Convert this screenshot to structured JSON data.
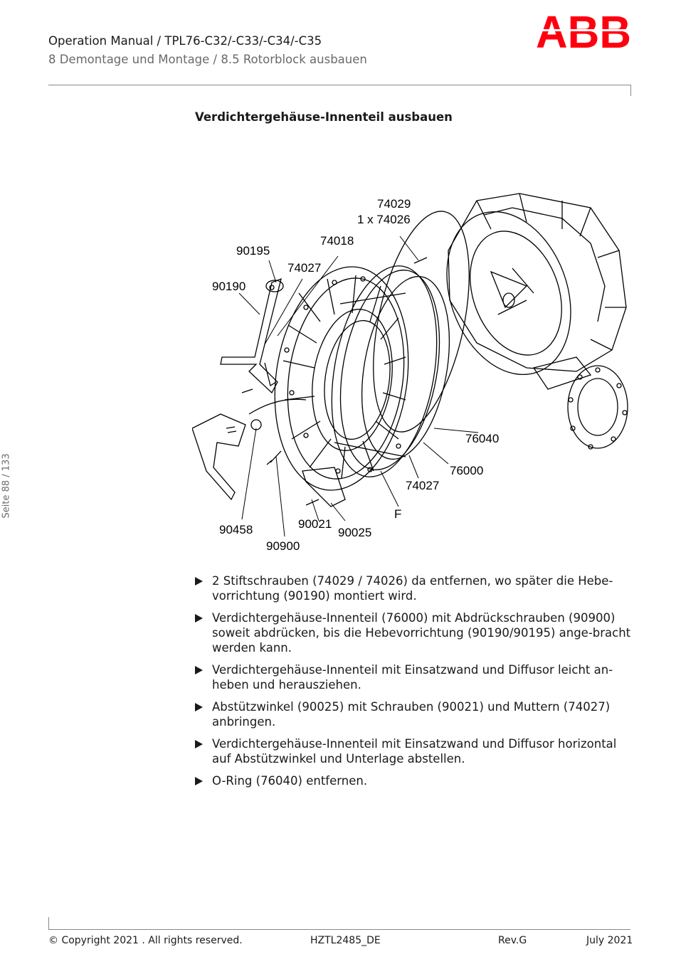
{
  "header": {
    "title": "Operation Manual / TPL76-C32/-C33/-C34/-C35",
    "subtitle": "8 Demontage und Montage / 8.5 Rotorblock ausbauen",
    "logo_text": "ABB",
    "logo_color": "#ff000f"
  },
  "section": {
    "heading": "Verdichtergehäuse-Innenteil ausbauen"
  },
  "figure": {
    "callouts": {
      "c74029": "74029",
      "c74026": "1 x 74026",
      "c74018": "74018",
      "c90195": "90195",
      "c74027a": "74027",
      "c90190": "90190",
      "c76040": "76040",
      "c76000": "76000",
      "c74027b": "74027",
      "cF": "F",
      "c90458": "90458",
      "c90021": "90021",
      "c90025": "90025",
      "c90900": "90900"
    }
  },
  "steps": [
    "2 Stiftschrauben (74029 / 74026) da entfernen, wo später die Hebe-vorrichtung (90190) montiert wird.",
    "Verdichtergehäuse-Innenteil (76000) mit Abdrückschrauben (90900) soweit abdrücken, bis die Hebevorrichtung (90190/90195) ange-bracht werden kann.",
    "Verdichtergehäuse-Innenteil mit Einsatzwand und Diffusor leicht an-heben und herausziehen.",
    "Abstützwinkel (90025) mit Schrauben (90021) und Muttern (74027) anbringen.",
    "Verdichtergehäuse-Innenteil mit Einsatzwand und Diffusor horizontal auf Abstützwinkel und Unterlage abstellen.",
    "O-Ring (76040) entfernen."
  ],
  "sidebar": {
    "page_number": "Seite 88 / 133"
  },
  "footer": {
    "copyright": "© Copyright 2021 . All rights reserved.",
    "doc_id": "HZTL2485_DE",
    "revision": "Rev.G",
    "date": "July 2021"
  }
}
